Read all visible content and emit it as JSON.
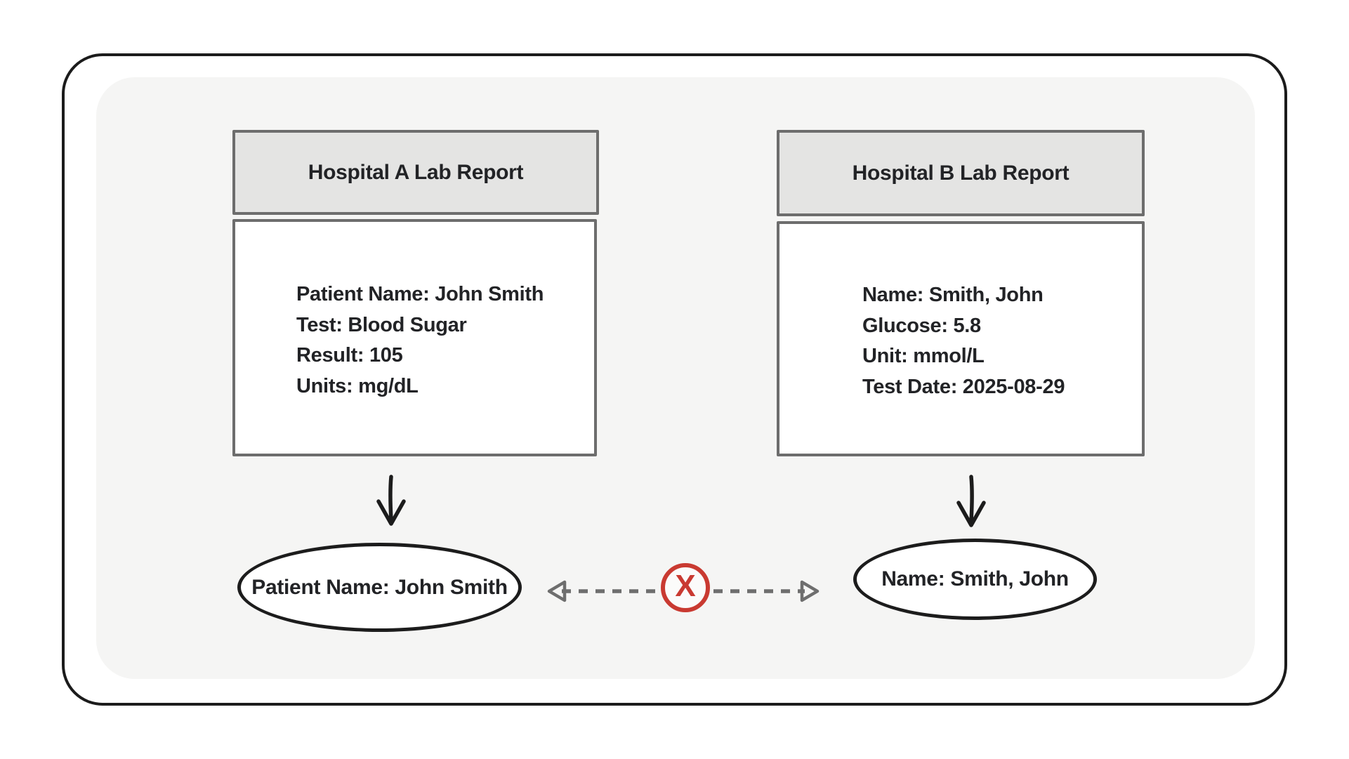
{
  "diagram": {
    "cards": [
      {
        "title": "Hospital A Lab Report",
        "lines": [
          "Patient Name: John Smith",
          "Test: Blood Sugar",
          "Result: 105",
          "Units: mg/dL"
        ],
        "extracted_field": "Patient Name: John Smith"
      },
      {
        "title": "Hospital B Lab Report",
        "lines": [
          "Name: Smith, John",
          "Glucose: 5.8",
          "Unit: mmol/L",
          "Test Date: 2025-08-29"
        ],
        "extracted_field": "Name: Smith, John"
      }
    ],
    "mismatch_symbol": "X",
    "colors": {
      "page_bg": "#ffffff",
      "canvas_bg": "#f5f5f4",
      "card_header_bg": "#e4e4e3",
      "card_border": "#6d6d6d",
      "ink": "#1c1c1c",
      "dashed_connector": "#6e6e6e",
      "mismatch_red": "#c93a31"
    }
  }
}
